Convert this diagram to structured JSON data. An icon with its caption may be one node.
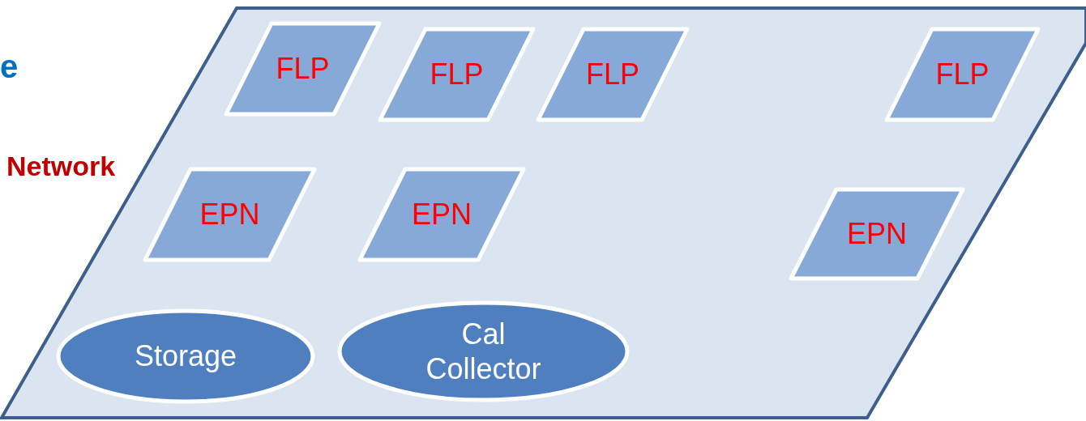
{
  "diagram": {
    "nodes": [
      {
        "text": [],
        "shape": "parallelogram"
      },
      {
        "text": [
          "FLP"
        ],
        "in": 0
      },
      {
        "text": [
          "FLP"
        ],
        "in": 0
      },
      {
        "text": [
          "FLP"
        ],
        "in": 0
      },
      {
        "text": [
          "FLP"
        ],
        "in": 0
      },
      {
        "text": [
          "EPN"
        ],
        "in": 0
      },
      {
        "text": [
          "EPN"
        ],
        "in": 0
      },
      {
        "text": [
          "EPN"
        ],
        "in": 0
      },
      {
        "text": [
          "Storage"
        ],
        "in": 0
      },
      {
        "text": [
          "Cal Collector"
        ],
        "in": 0
      }
    ],
    "edges": [],
    "labels": [
      "e",
      "Network"
    ]
  }
}
